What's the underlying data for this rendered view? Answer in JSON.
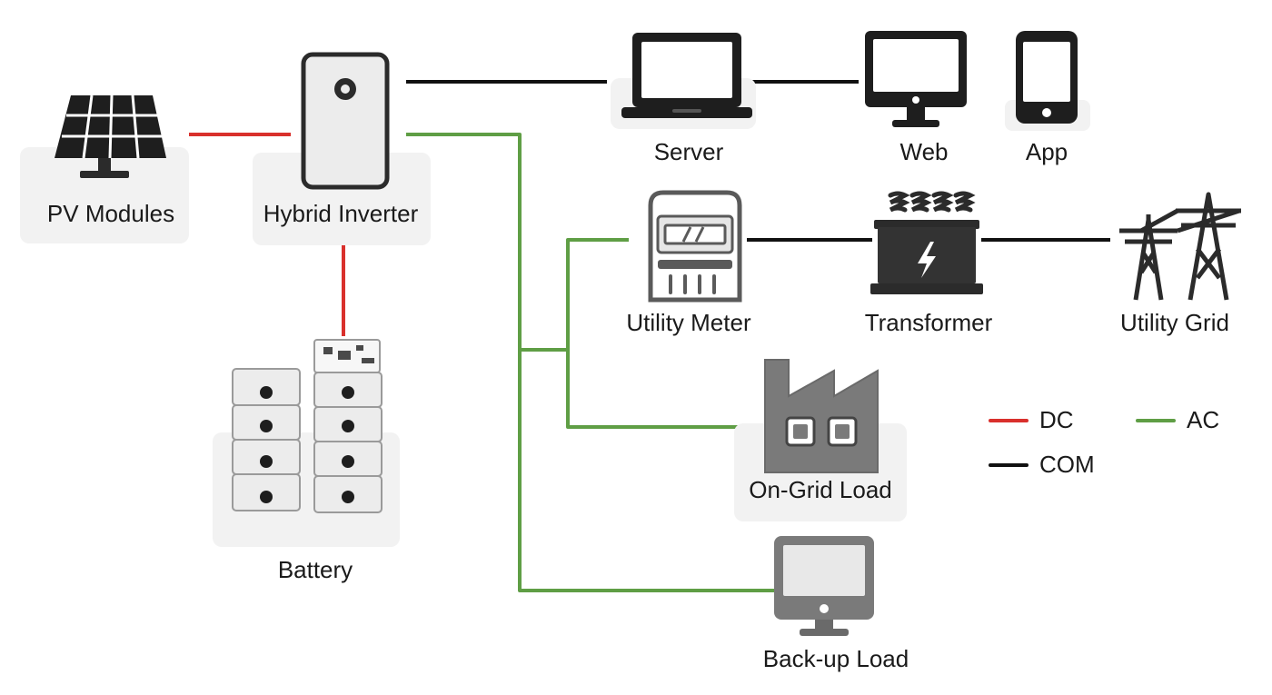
{
  "labels": {
    "pv": "PV Modules",
    "inverter": "Hybrid Inverter",
    "battery": "Battery",
    "server": "Server",
    "web": "Web",
    "app": "App",
    "meter": "Utility Meter",
    "transformer": "Transformer",
    "grid": "Utility Grid",
    "ongrid": "On-Grid Load",
    "backup": "Back-up Load"
  },
  "legend": {
    "dc": "DC",
    "ac": "AC",
    "com": "COM"
  },
  "colors": {
    "dc": "#d9302c",
    "ac": "#5f9e45",
    "com": "#111111",
    "device_dark": "#2b2b2b",
    "device_gray": "#7a7a7a",
    "pedestal": "#f2f2f2"
  },
  "icons": {
    "pv": "solar-panel-icon",
    "inverter": "inverter-icon",
    "battery": "battery-stack-icon",
    "server": "laptop-icon",
    "web": "monitor-icon",
    "app": "smartphone-icon",
    "meter": "electric-meter-icon",
    "transformer": "transformer-icon",
    "grid": "power-tower-icon",
    "ongrid": "factory-icon",
    "backup": "display-icon"
  }
}
